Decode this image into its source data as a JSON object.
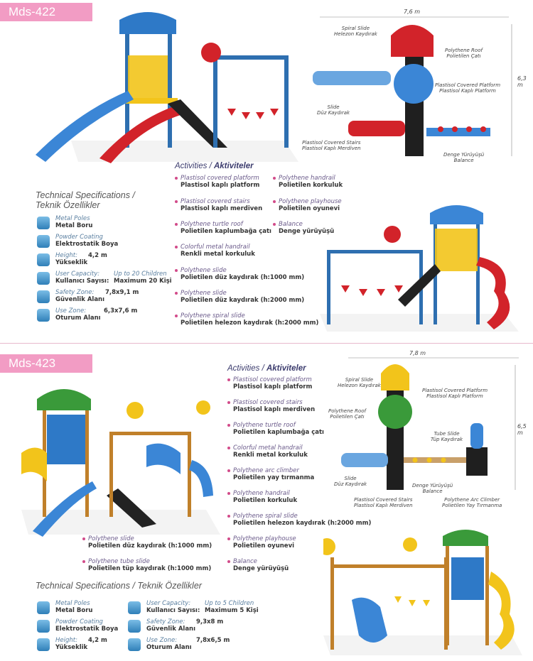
{
  "products": [
    {
      "code": "Mds-422",
      "dims": {
        "width": "7,6 m",
        "depth": "6,3 m"
      },
      "plan_labels": [
        {
          "en": "Spiral Slide",
          "tr": "Helezon Kaydırak"
        },
        {
          "en": "Polythene Roof",
          "tr": "Polietilen Çatı"
        },
        {
          "en": "Plastisol Covered Platform",
          "tr": "Plastisol Kaplı Platform"
        },
        {
          "en": "Slide",
          "tr": "Düz Kaydırak"
        },
        {
          "en": "Plastisol Covered Stairs",
          "tr": "Plastisol Kaplı Merdiven"
        },
        {
          "en": "Denge Yürüyüşü",
          "tr": "Balance"
        }
      ],
      "activities_title_en": "Activities",
      "activities_title_tr": "Aktiviteler",
      "activities": [
        {
          "en": "Plastisol covered platform",
          "tr": "Plastisol kaplı platform"
        },
        {
          "en": "Plastisol covered stairs",
          "tr": "Plastisol kaplı merdiven"
        },
        {
          "en": "Polythene turtle roof",
          "tr": "Polietilen kaplumbağa çatı"
        },
        {
          "en": "Colorful metal handrail",
          "tr": "Renkli metal korkuluk"
        },
        {
          "en": "Polythene slide",
          "tr": "Polietilen düz kaydırak (h:1000 mm)"
        },
        {
          "en": "Polythene slide",
          "tr": "Polietilen düz kaydırak (h:2000 mm)"
        },
        {
          "en": "Polythene spiral slide",
          "tr": "Polietilen helezon kaydırak (h:2000 mm)"
        },
        {
          "en": "Polythene handrail",
          "tr": "Polietilen korkuluk"
        },
        {
          "en": "Polythene playhouse",
          "tr": "Polietilen oyunevi"
        },
        {
          "en": "Balance",
          "tr": "Denge yürüyüşü"
        }
      ],
      "tech_title_en": "Technical Specifications /",
      "tech_title_tr": "Teknik Özellikler",
      "specs": [
        {
          "en": "Metal Poles",
          "tr": "Metal Boru",
          "val": ""
        },
        {
          "en": "Powder Coating",
          "tr": "Elektrostatik Boya",
          "val": ""
        },
        {
          "en": "Height:",
          "tr": "Yükseklik",
          "val": "4,2 m"
        },
        {
          "en": "User Capacity:",
          "tr": "Kullanıcı Sayısı:",
          "val_en": "Up to 20 Children",
          "val": "Maximum 20 Kişi"
        },
        {
          "en": "Safety Zone:",
          "tr": "Güvenlik Alanı",
          "val": "7,8x9,1 m"
        },
        {
          "en": "Use Zone:",
          "tr": "Oturum Alanı",
          "val": "6,3x7,6 m"
        }
      ]
    },
    {
      "code": "Mds-423",
      "dims": {
        "width": "7,8 m",
        "depth": "6,5 m"
      },
      "plan_labels": [
        {
          "en": "Spiral Slide",
          "tr": "Helezon Kaydırak"
        },
        {
          "en": "Plastisol Covered Platform",
          "tr": "Plastisol Kaplı Platform"
        },
        {
          "en": "Polythene Roof",
          "tr": "Polietilen Çatı"
        },
        {
          "en": "Tube Slide",
          "tr": "Tüp Kaydırak"
        },
        {
          "en": "Slide",
          "tr": "Düz Kaydırak"
        },
        {
          "en": "Denge Yürüyüşü",
          "tr": "Balance"
        },
        {
          "en": "Plastisol Covered Stairs",
          "tr": "Plastisol Kaplı Merdiven"
        },
        {
          "en": "Polythene Arc Climber",
          "tr": "Polietilen Yay Tırmanma"
        }
      ],
      "activities_title_en": "Activities",
      "activities_title_tr": "Aktiviteler",
      "activities": [
        {
          "en": "Plastisol covered platform",
          "tr": "Plastisol kaplı platform"
        },
        {
          "en": "Plastisol covered stairs",
          "tr": "Plastisol kaplı merdiven"
        },
        {
          "en": "Polythene turtle roof",
          "tr": "Polietilen kaplumbağa çatı"
        },
        {
          "en": "Colorful metal handrail",
          "tr": "Renkli metal korkuluk"
        },
        {
          "en": "Polythene arc climber",
          "tr": "Polietilen yay tırmanma"
        },
        {
          "en": "Polythene handrail",
          "tr": "Polietilen korkuluk"
        },
        {
          "en": "Polythene spiral slide",
          "tr": "Polietilen helezon kaydırak (h:2000 mm)"
        },
        {
          "en": "Polythene playhouse",
          "tr": "Polietilen oyunevi"
        },
        {
          "en": "Balance",
          "tr": "Denge yürüyüşü"
        },
        {
          "en": "Polythene slide",
          "tr": "Polietilen düz kaydırak (h:1000 mm)"
        },
        {
          "en": "Polythene tube slide",
          "tr": "Polietilen tüp kaydırak (h:1000 mm)"
        }
      ],
      "tech_title_en": "Technical Specifications /",
      "tech_title_tr": "Teknik Özellikler",
      "specs": [
        {
          "en": "Metal Poles",
          "tr": "Metal Boru",
          "val": ""
        },
        {
          "en": "Powder Coating",
          "tr": "Elektrostatik Boya",
          "val": ""
        },
        {
          "en": "Height:",
          "tr": "Yükseklik",
          "val": "4,2 m"
        },
        {
          "en": "User Capacity:",
          "tr": "Kullanıcı Sayısı:",
          "val_en": "Up to 5 Children",
          "val": "Maximum 5 Kişi"
        },
        {
          "en": "Safety Zone:",
          "tr": "Güvenlik Alanı",
          "val": "9,3x8 m"
        },
        {
          "en": "Use Zone:",
          "tr": "Oturum Alanı",
          "val": "7,8x6,5 m"
        }
      ]
    }
  ],
  "colors": {
    "accent_pink": "#f29cc4",
    "divider": "#e8b9cd",
    "bullet": "#d24b8a",
    "icon_blue": "#2f7fb8"
  }
}
